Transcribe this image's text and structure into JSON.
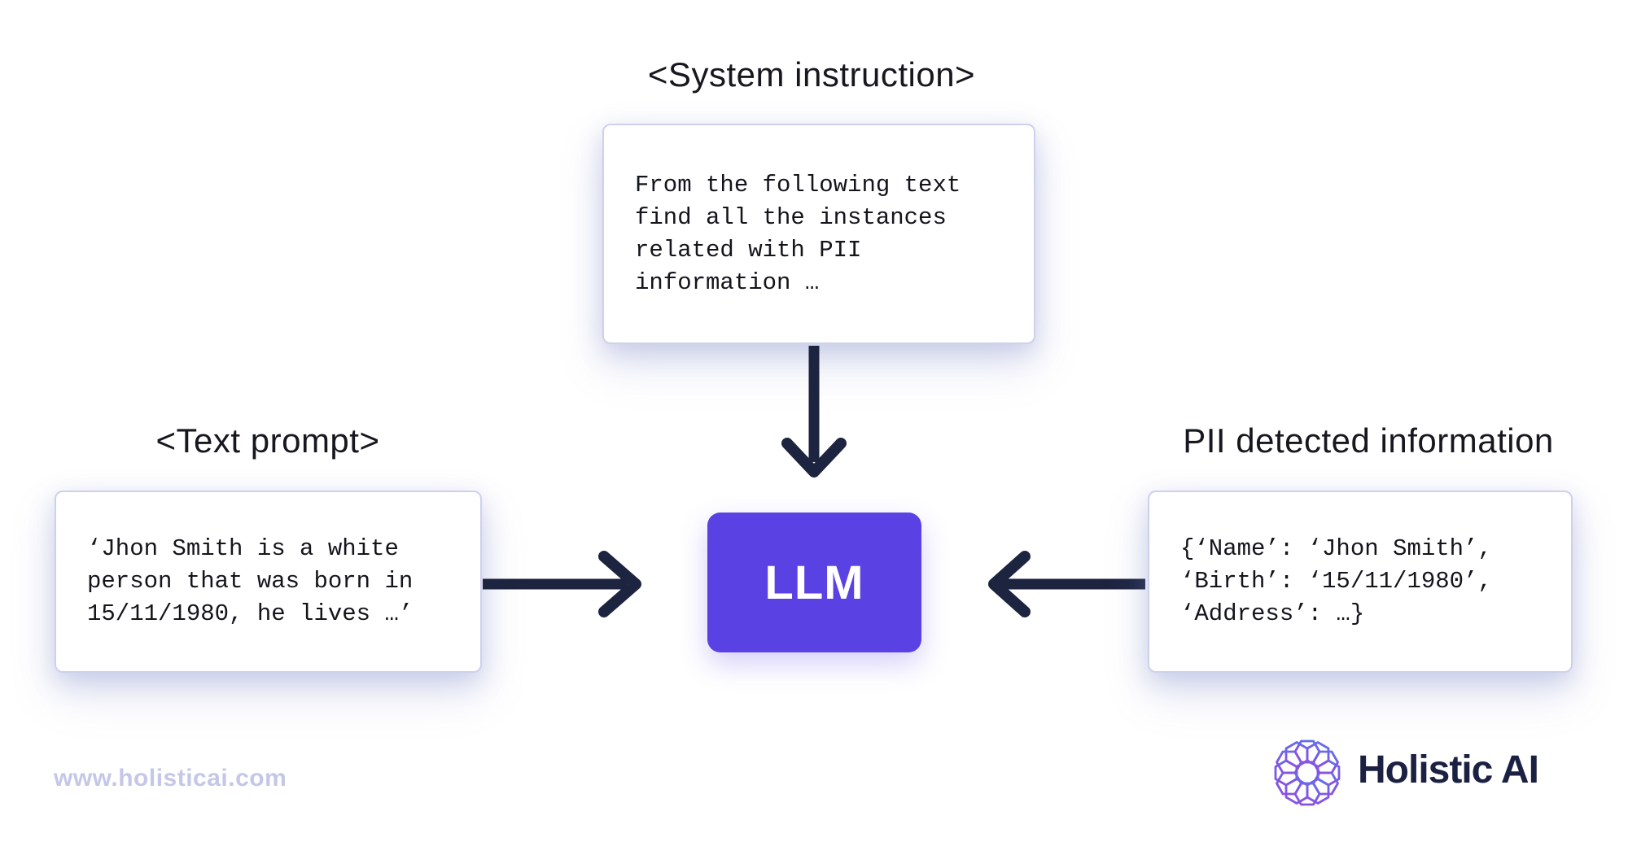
{
  "diagram": {
    "system_instruction": {
      "label": "<System instruction>",
      "lines": [
        "From the following text",
        "find all the instances",
        "related with PII",
        "information …"
      ]
    },
    "text_prompt": {
      "label": "<Text prompt>",
      "lines": [
        "‘Jhon Smith is a white",
        "person that was born in",
        "15/11/1980, he lives …’"
      ]
    },
    "llm": {
      "label": "LLM"
    },
    "pii_output": {
      "label": "PII detected information",
      "lines": [
        "{‘Name’: ‘Jhon Smith’,",
        "‘Birth’: ‘15/11/1980’,",
        "‘Address’: …}"
      ]
    }
  },
  "footer": {
    "website": "www.holisticai.com",
    "brand": "Holistic AI"
  },
  "colors": {
    "accent_purple": "#5a41e3",
    "arrow_navy": "#1d2440",
    "box_border": "#cdd1ec",
    "title_text": "#17181f",
    "mono_text": "#14151c",
    "watermark": "#c4c7e7",
    "logo_text": "#1b2142",
    "logo_gradient_start": "#2fa7f7",
    "logo_gradient_end": "#bc49d0"
  }
}
